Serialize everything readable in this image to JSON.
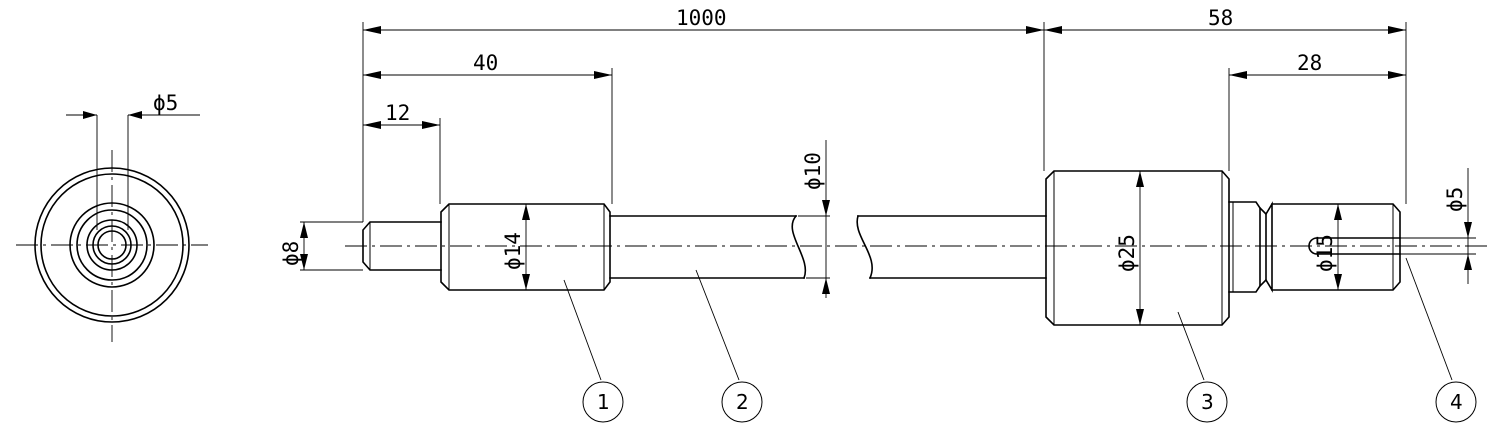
{
  "dimensions": {
    "total_length": "1000",
    "right_length": "58",
    "left_step_length": "40",
    "tip_length": "12",
    "right_step_length": "28",
    "tip_dia": "ϕ8",
    "collar_dia": "ϕ14",
    "shaft_dia": "ϕ10",
    "body_dia": "ϕ25",
    "plug_dia": "ϕ15",
    "slot_dia": "ϕ5",
    "end_view_dia": "ϕ5"
  },
  "balloons": [
    "1",
    "2",
    "3",
    "4"
  ]
}
